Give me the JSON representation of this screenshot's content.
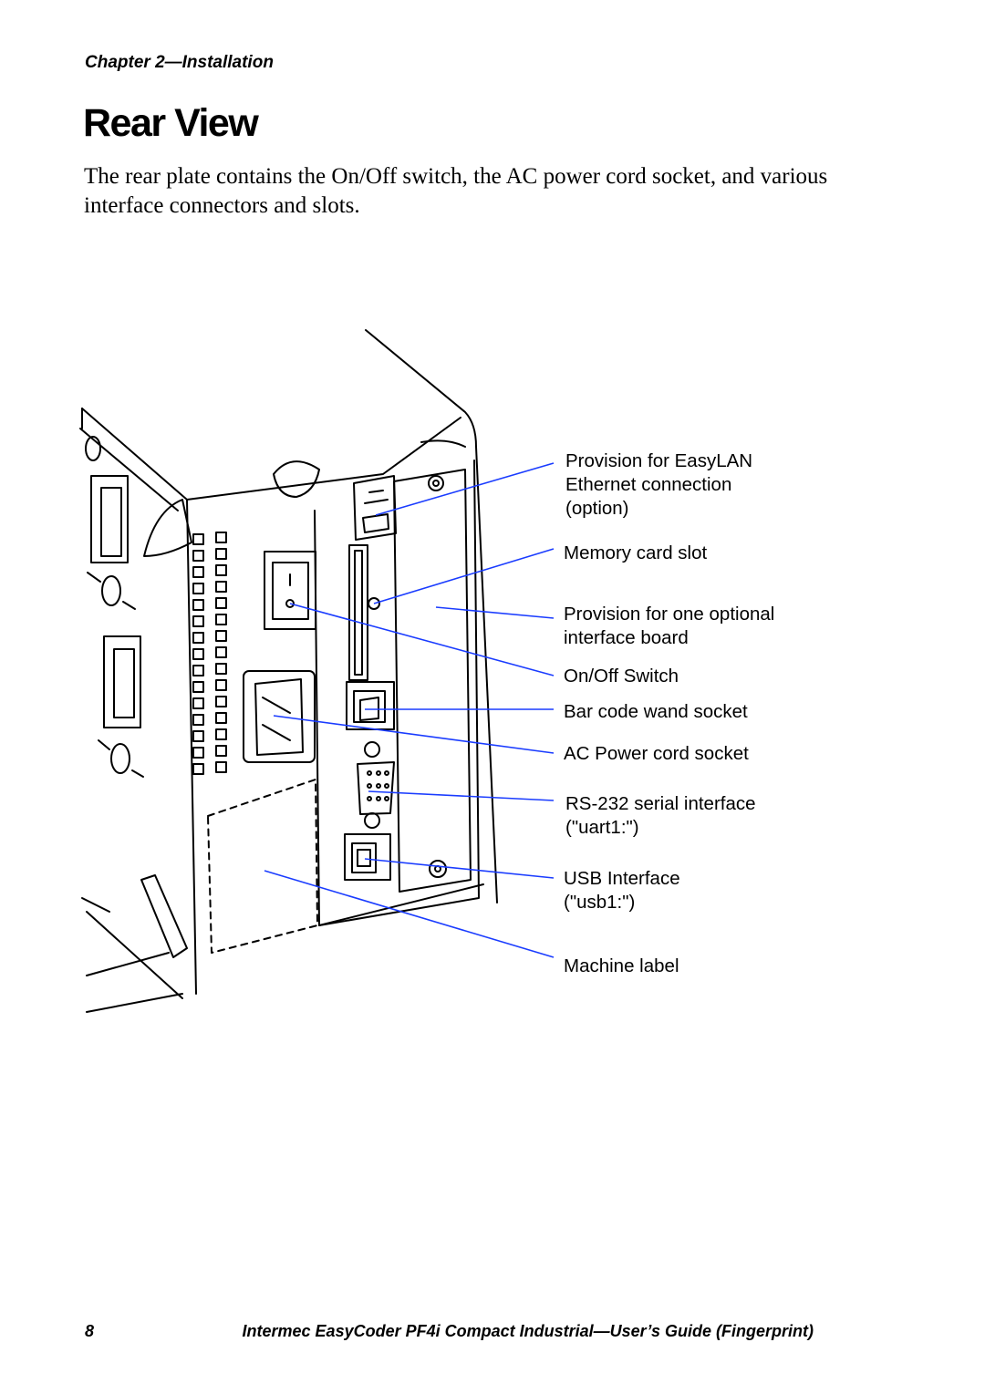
{
  "header": {
    "chapter": "Chapter 2—Installation"
  },
  "title": "Rear View",
  "intro": "The rear plate contains the On/Off switch, the AC power cord socket, and various interface connectors and slots.",
  "colors": {
    "leader_line": "#1a3cff",
    "drawing": "#000000"
  },
  "figure": {
    "callouts": [
      {
        "id": "easylan",
        "text": "Provision for EasyLAN\nEthernet connection\n(option)"
      },
      {
        "id": "memory",
        "text": "Memory card slot"
      },
      {
        "id": "interface-board",
        "text": "Provision for one optional\ninterface board"
      },
      {
        "id": "onoff",
        "text": "On/Off Switch"
      },
      {
        "id": "wand",
        "text": "Bar code wand socket"
      },
      {
        "id": "ac",
        "text": "AC Power cord socket"
      },
      {
        "id": "rs232",
        "text": "RS-232 serial interface\n(\"uart1:\")"
      },
      {
        "id": "usb",
        "text": "USB Interface\n(\"usb1:\")"
      },
      {
        "id": "machine-label",
        "text": "Machine label"
      }
    ]
  },
  "footer": {
    "page_number": "8",
    "guide_title": "Intermec EasyCoder PF4i Compact Industrial—User’s Guide (Fingerprint)"
  }
}
